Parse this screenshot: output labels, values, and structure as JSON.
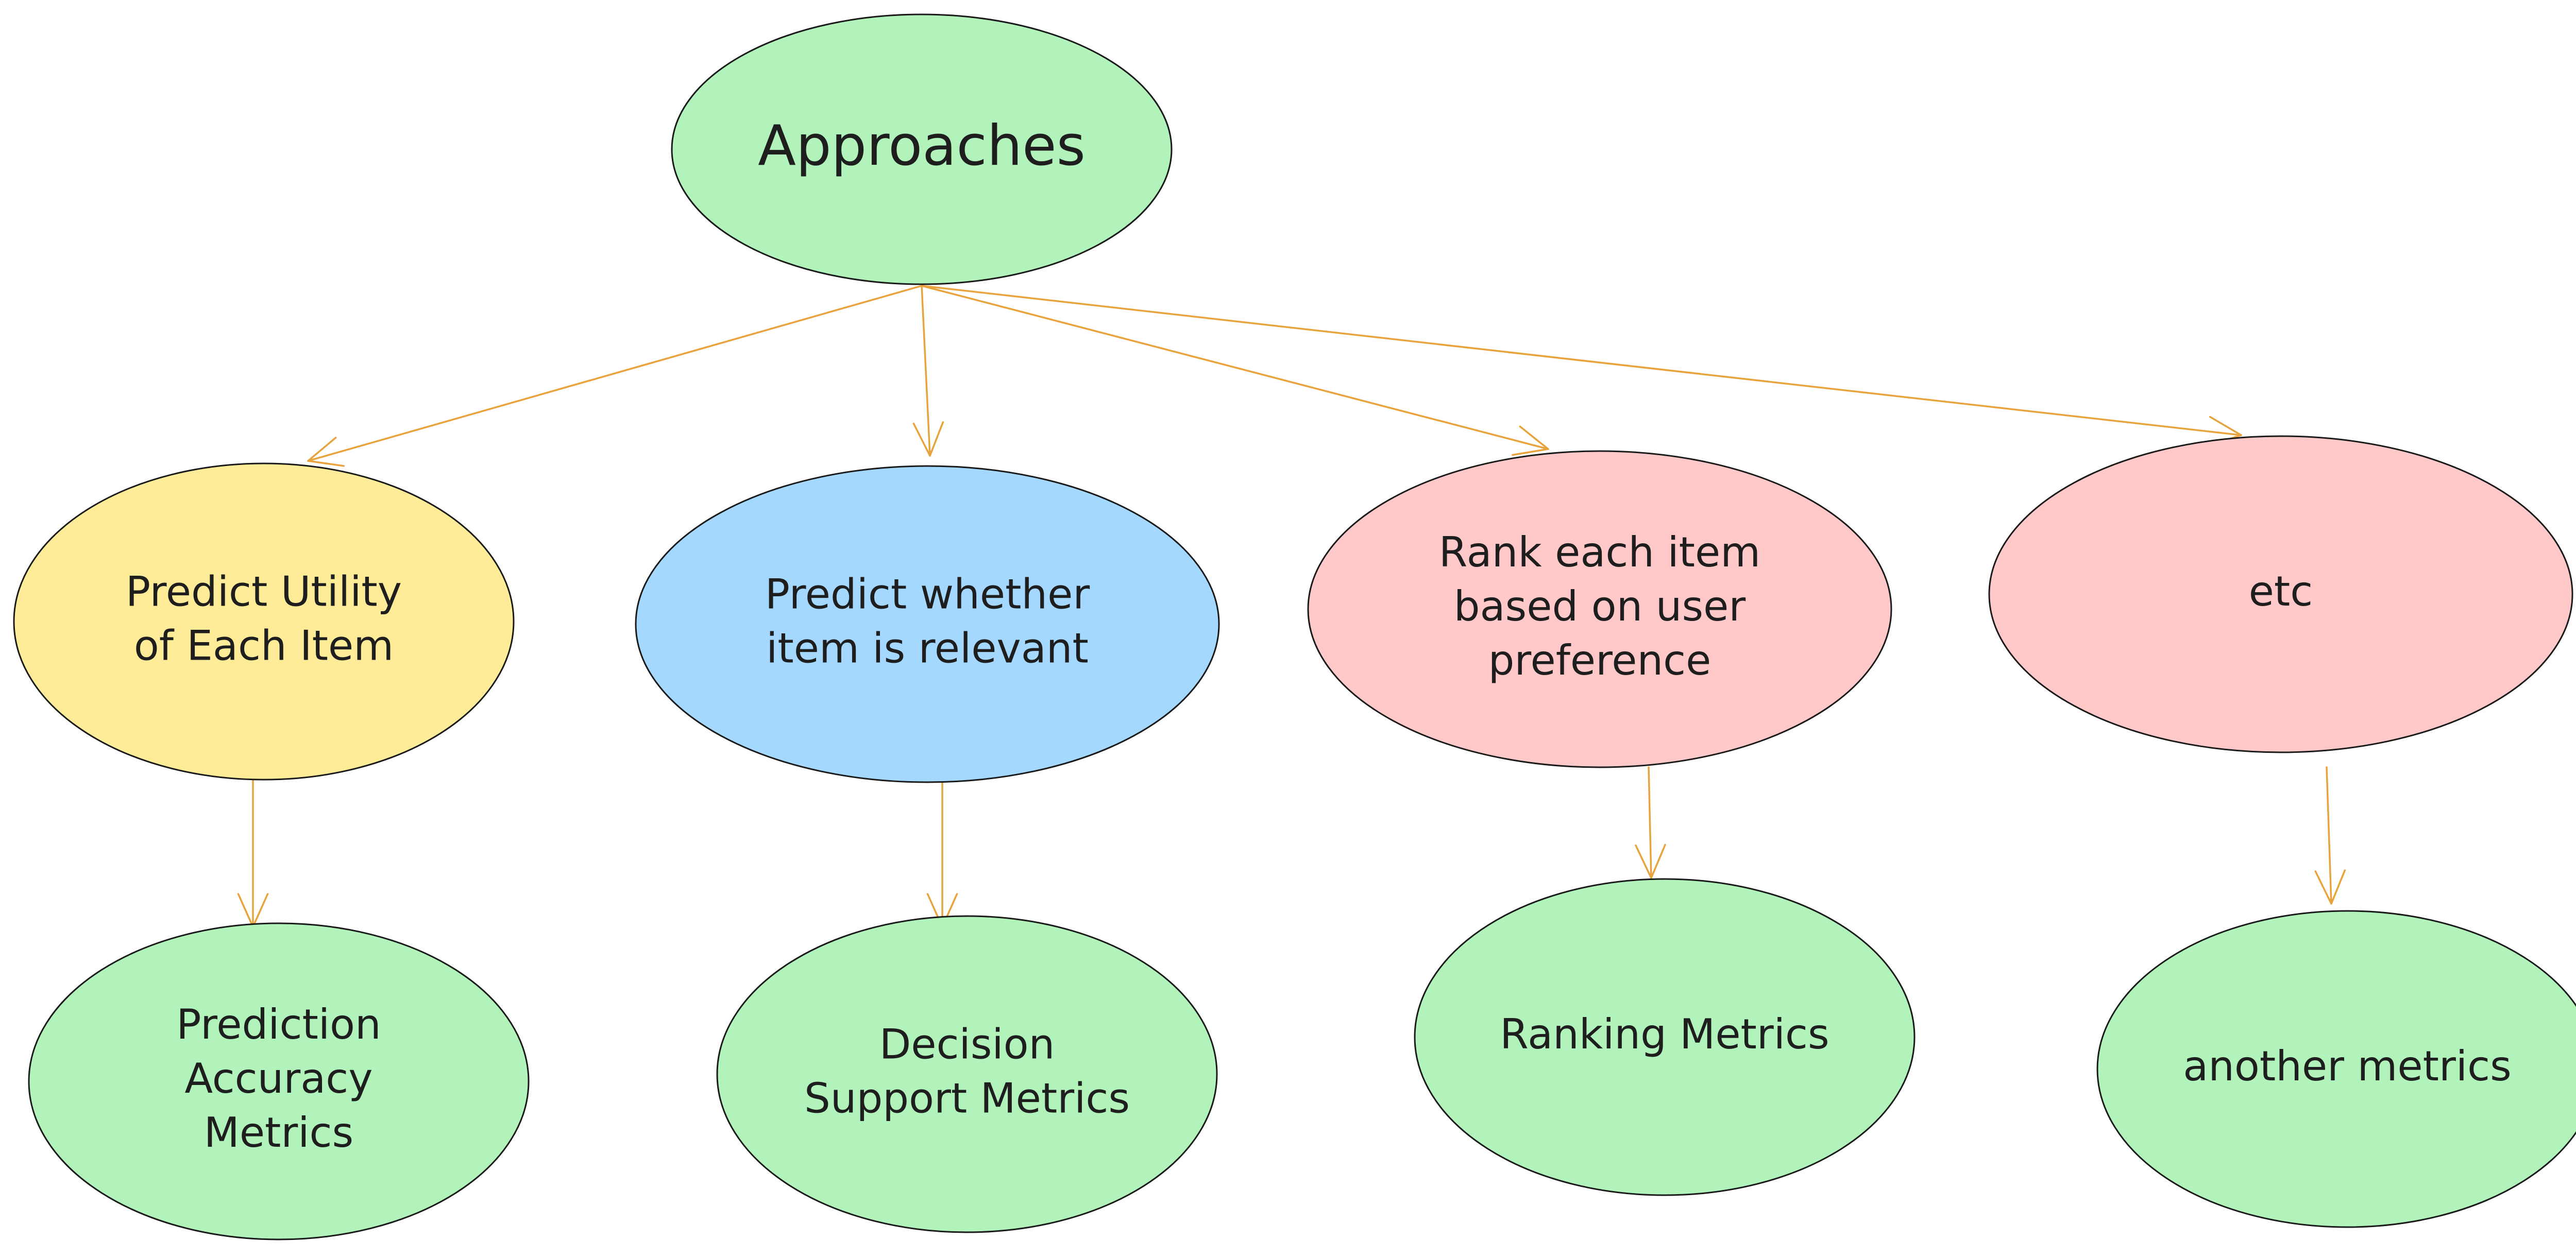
{
  "diagram": {
    "colors": {
      "green": "#b2f2bb",
      "yellow": "#ffec99",
      "blue": "#a5d8ff",
      "red": "#ffc9c9",
      "arrow": "#e8a33c",
      "stroke": "#1a1a1a"
    },
    "nodes": {
      "approaches": {
        "color": "green",
        "lines": [
          "Approaches"
        ]
      },
      "predict_utility": {
        "color": "yellow",
        "lines": [
          "Predict Utility",
          "of Each Item"
        ]
      },
      "predict_relevant": {
        "color": "blue",
        "lines": [
          "Predict whether",
          "item is relevant"
        ]
      },
      "rank_items": {
        "color": "red",
        "lines": [
          "Rank each item",
          "based on user",
          "preference"
        ]
      },
      "etc": {
        "color": "red",
        "lines": [
          "etc"
        ]
      },
      "prediction_accuracy": {
        "color": "green",
        "lines": [
          "Prediction",
          "Accuracy",
          "Metrics"
        ]
      },
      "decision_support": {
        "color": "green",
        "lines": [
          "Decision",
          "Support Metrics"
        ]
      },
      "ranking_metrics": {
        "color": "green",
        "lines": [
          "Ranking Metrics"
        ]
      },
      "another_metrics": {
        "color": "green",
        "lines": [
          "another metrics"
        ]
      }
    },
    "edges": [
      {
        "from": "approaches",
        "to": "predict_utility"
      },
      {
        "from": "approaches",
        "to": "predict_relevant"
      },
      {
        "from": "approaches",
        "to": "rank_items"
      },
      {
        "from": "approaches",
        "to": "etc"
      },
      {
        "from": "predict_utility",
        "to": "prediction_accuracy"
      },
      {
        "from": "predict_relevant",
        "to": "decision_support"
      },
      {
        "from": "rank_items",
        "to": "ranking_metrics"
      },
      {
        "from": "etc",
        "to": "another_metrics"
      }
    ]
  }
}
